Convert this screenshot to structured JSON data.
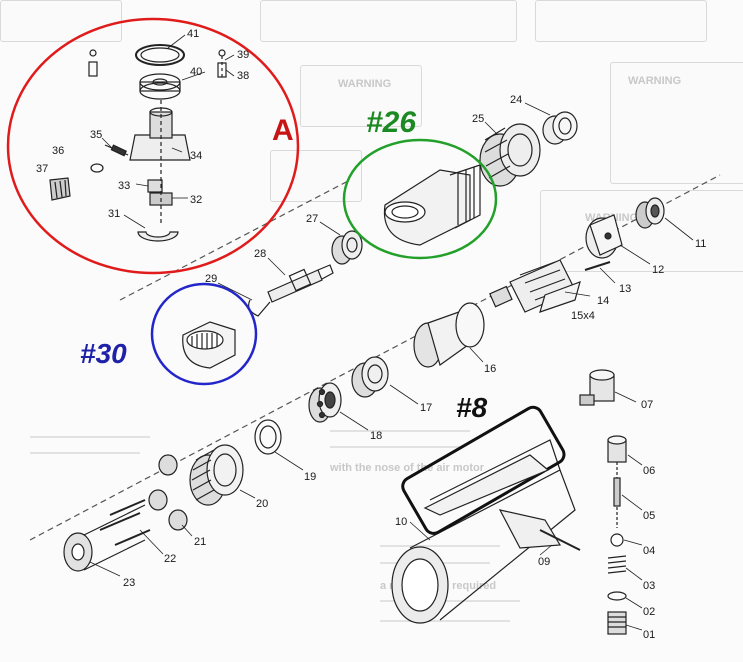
{
  "background_text": {
    "warning": "WARNING",
    "bottom_left": "with the nose of the air motor",
    "bottom_mid": "a regulator is required"
  },
  "callouts": {
    "a": {
      "text": "A",
      "color": "#c81414"
    },
    "p26": {
      "text": "#26",
      "color": "#1c8a22"
    },
    "p30": {
      "text": "#30",
      "color": "#1f22a8"
    },
    "p8": {
      "text": "#8",
      "color": "#111111"
    }
  },
  "parts": {
    "p41": "41",
    "p39": "39",
    "p40": "40",
    "p38": "38",
    "p35": "35",
    "p36": "36",
    "p34": "34",
    "p37": "37",
    "p33": "33",
    "p32": "32",
    "p31": "31",
    "p24": "24",
    "p25": "25",
    "p27": "27",
    "p28": "28",
    "p29": "29",
    "p11": "11",
    "p12": "12",
    "p13": "13",
    "p14": "14",
    "p15x4": "15x4",
    "p16": "16",
    "p17": "17",
    "p18": "18",
    "p19": "19",
    "p20": "20",
    "p21": "21",
    "p22": "22",
    "p23": "23",
    "p07": "07",
    "p06": "06",
    "p05": "05",
    "p04": "04",
    "p03": "03",
    "p02": "02",
    "p01": "01",
    "p09": "09",
    "p10": "10"
  }
}
